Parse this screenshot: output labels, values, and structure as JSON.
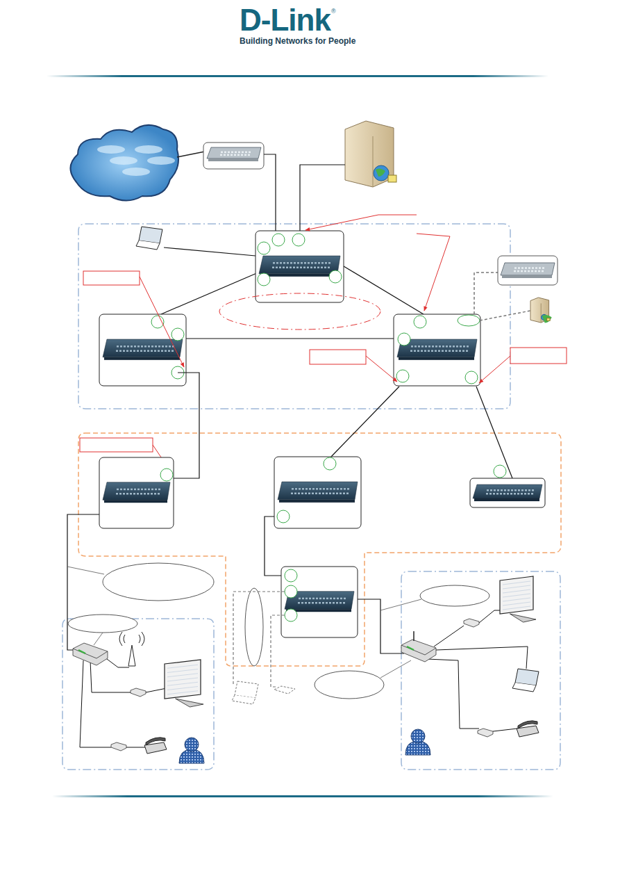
{
  "diagram": {
    "labels": [
      "D-Link",
      "®",
      "Building Networks for People"
    ]
  }
}
